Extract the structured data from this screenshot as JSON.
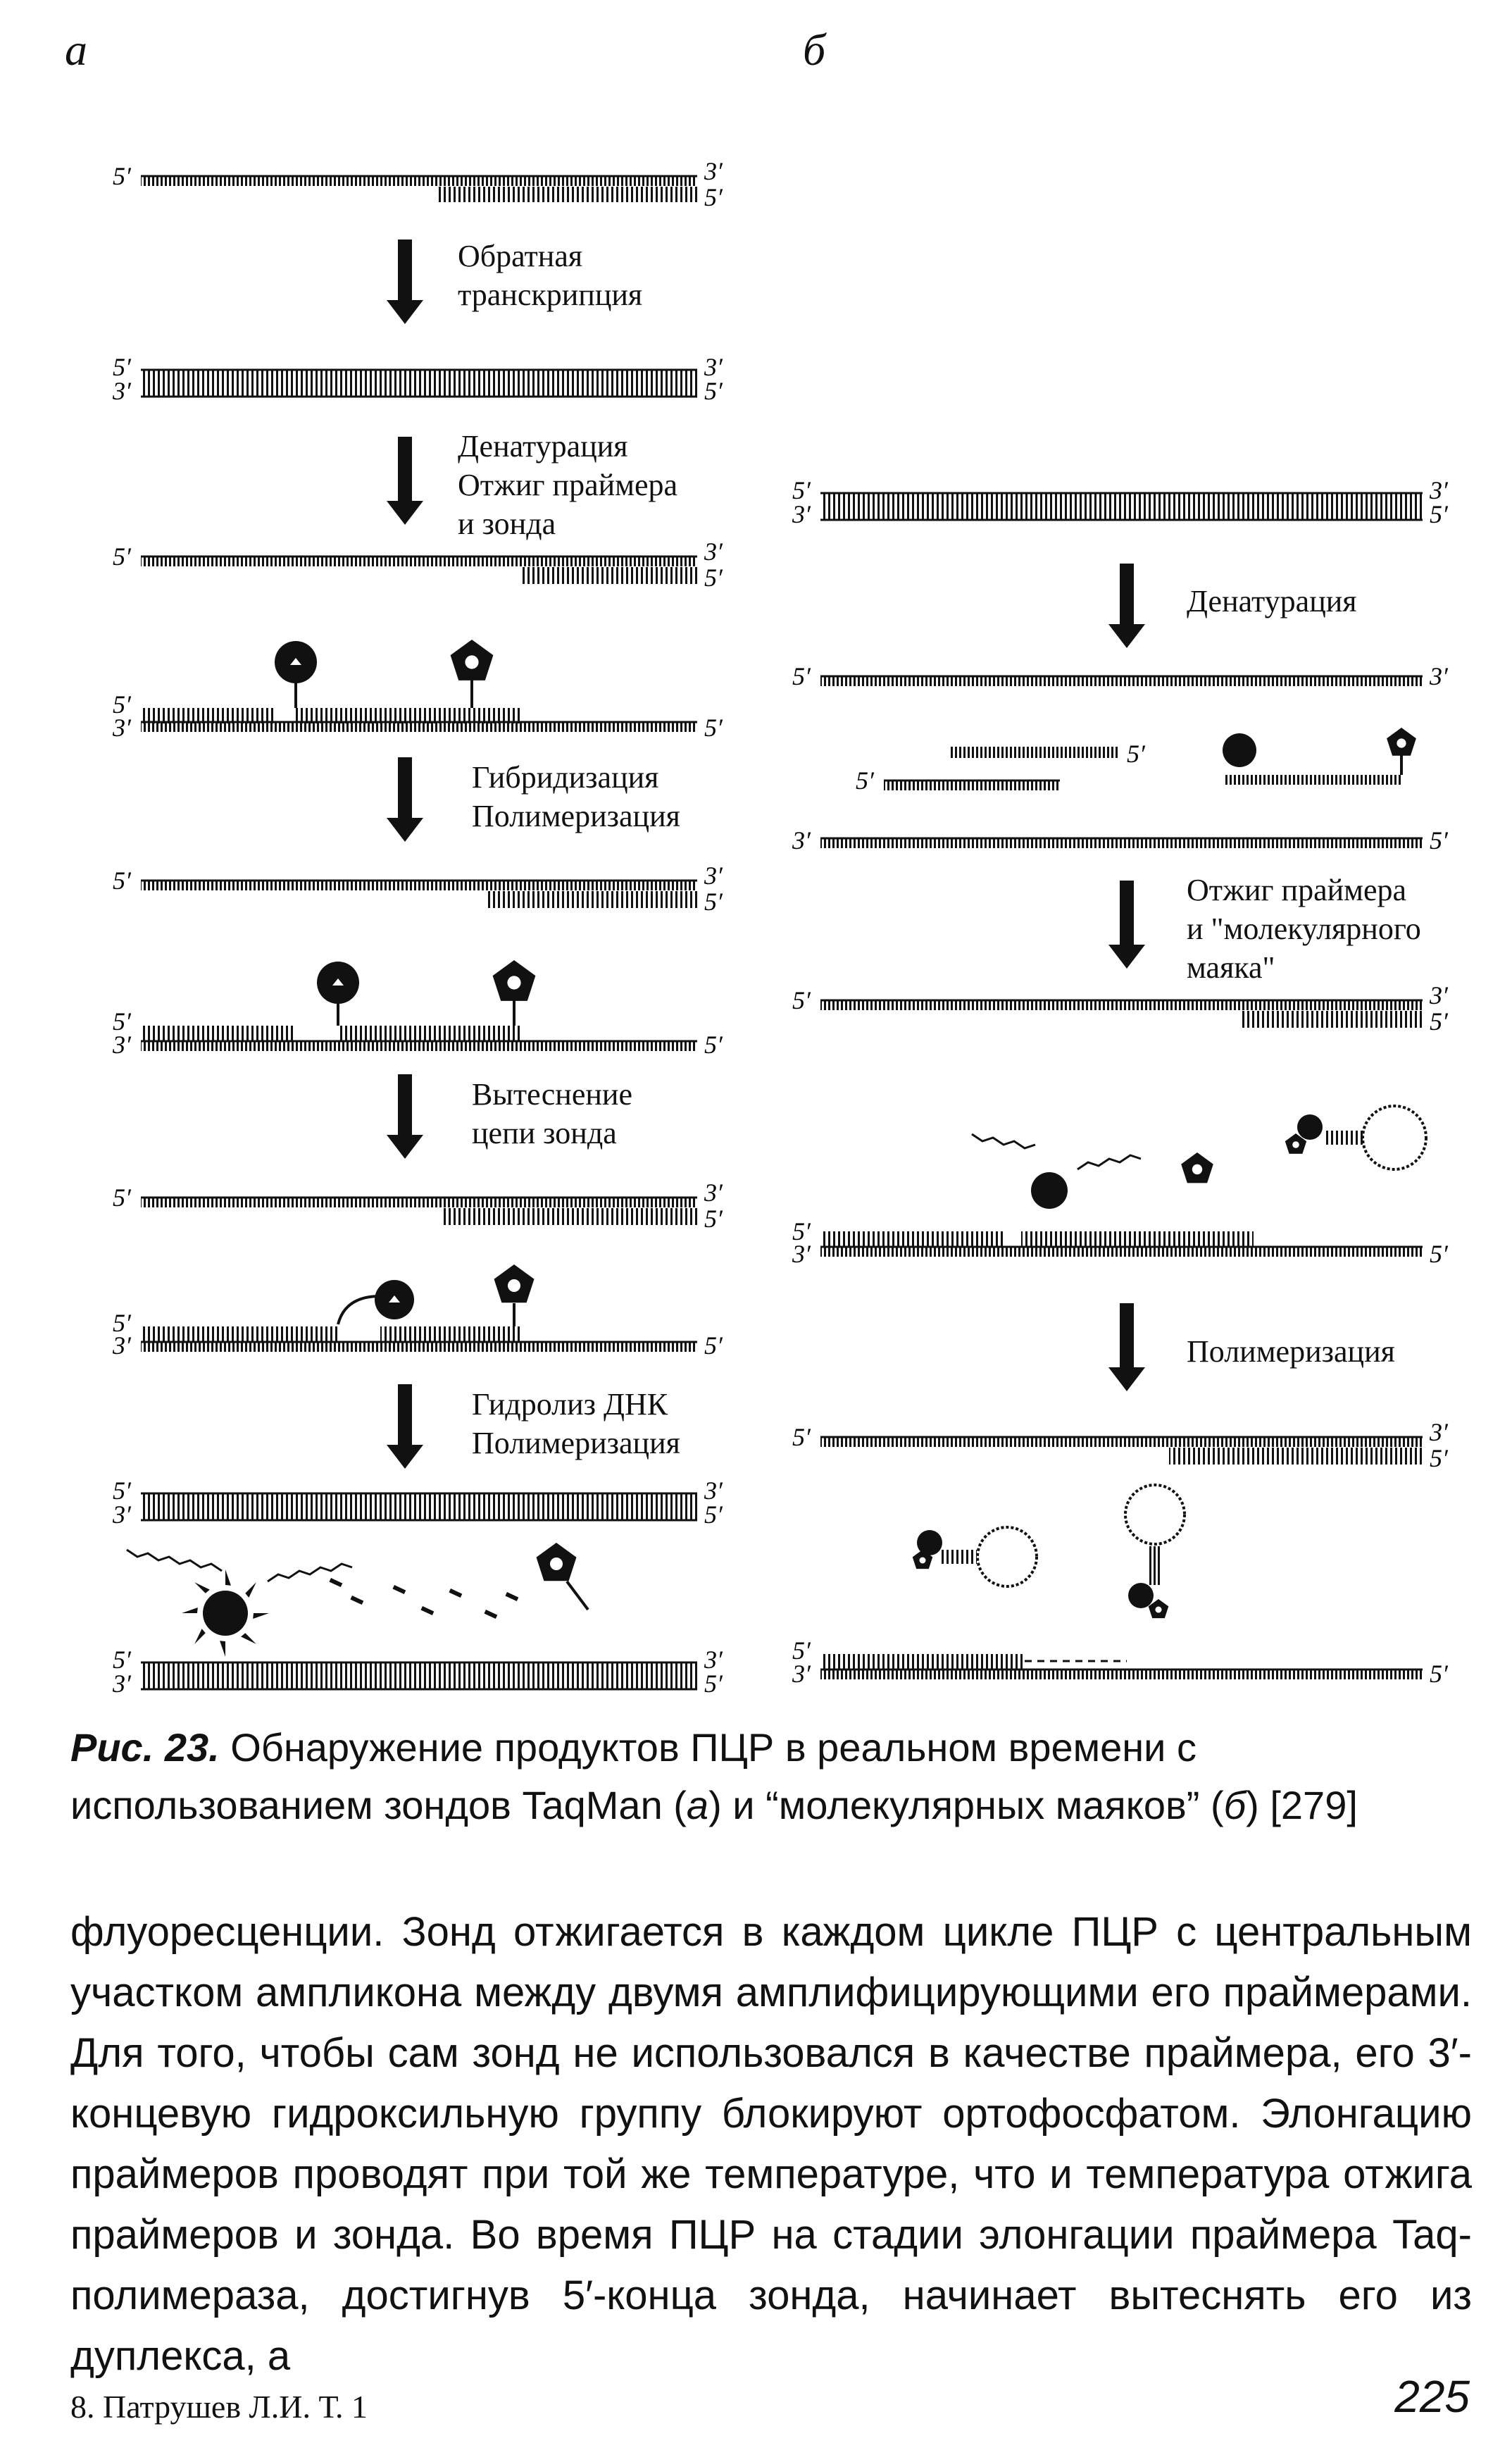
{
  "panels": {
    "a": "а",
    "b": "б"
  },
  "steps_a": [
    "Обратная",
    "транскрипция",
    "Денатурация",
    "Отжиг праймера",
    "и зонда",
    "Гибридизация",
    "Полимеризация",
    "Вытеснение",
    "цепи зонда",
    "Гидролиз ДНК",
    "Полимеризация"
  ],
  "steps_b": [
    "Денатурация",
    "Отжиг праймера",
    "и \"молекулярного",
    "маяка\"",
    "Полимеризация"
  ],
  "caption": {
    "label": "Рис. 23.",
    "text_1": " Обнаружение продуктов ПЦР в реальном времени с использованием зондов TaqMan (",
    "italic_a": "а",
    "text_2": ") и “молекулярных маяков” (",
    "italic_b": "б",
    "text_3": ") [279]"
  },
  "body_text": "флуоресценции. Зонд отжигается в каждом цикле ПЦР с центральным участком ампликона между двумя амплифицирующими его праймерами. Для того, чтобы сам зонд не использовался в качестве праймера, его 3′-концевую гидроксильную группу блокируют ортофосфатом. Элонгацию праймеров проводят при той же температуре, что и температура отжига праймеров и зонда. Во время ПЦР на стадии элонгации праймера Taq-полимераза, достигнув 5′-конца зонда, начинает вытеснять его из дуплекса, а",
  "footer": {
    "left": "8. Патрушев Л.И. Т. 1",
    "page": "225"
  },
  "strand_ends": {
    "five": "5′",
    "three": "3′"
  }
}
